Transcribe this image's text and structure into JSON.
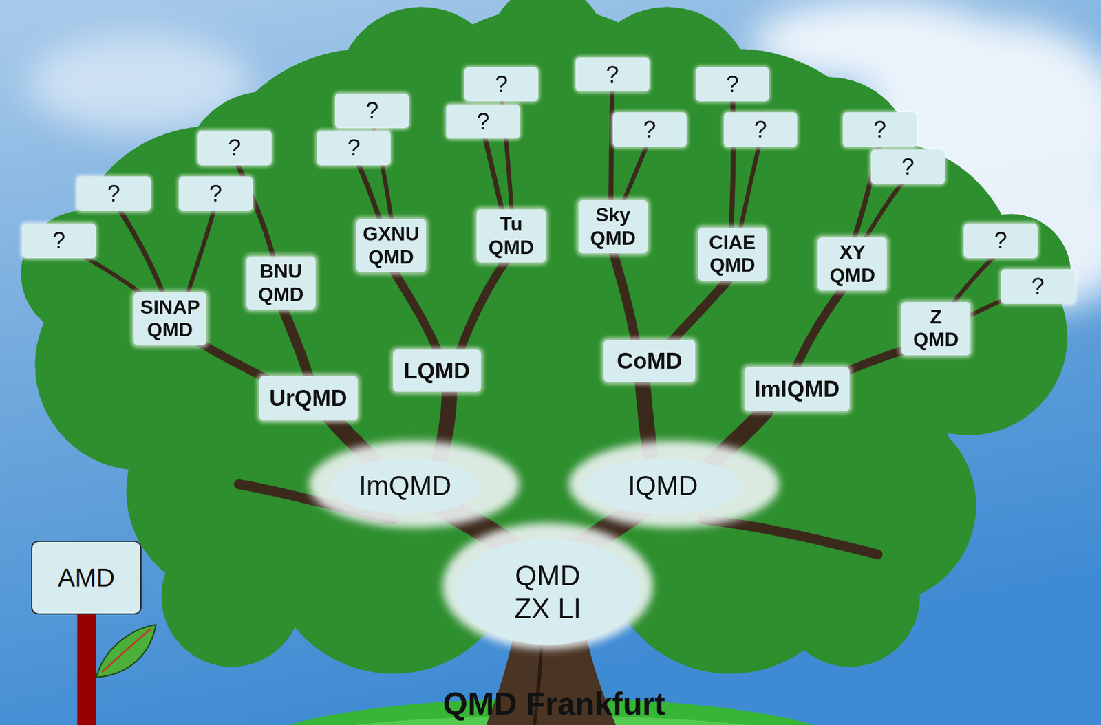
{
  "diagram": {
    "nodes": [
      {
        "text": [
          "?"
        ]
      },
      {
        "text": [
          "?"
        ]
      },
      {
        "text": [
          "?"
        ]
      },
      {
        "text": [
          "?"
        ]
      },
      {
        "text": [
          "?"
        ]
      },
      {
        "text": [
          "?"
        ]
      },
      {
        "text": [
          "?"
        ]
      },
      {
        "text": [
          "?"
        ]
      },
      {
        "text": [
          "?"
        ]
      },
      {
        "text": [
          "?"
        ]
      },
      {
        "text": [
          "?"
        ]
      },
      {
        "text": [
          "?"
        ]
      },
      {
        "text": [
          "?"
        ]
      },
      {
        "text": [
          "Sky QMD"
        ]
      },
      {
        "text": [
          "Tu QMD"
        ]
      },
      {
        "text": [
          "?"
        ]
      },
      {
        "text": [
          "?"
        ]
      },
      {
        "text": [
          "GXNU QMD"
        ]
      },
      {
        "text": [
          "CIAE QMD"
        ]
      },
      {
        "text": [
          "XY QMD"
        ]
      },
      {
        "text": [
          "BNU QMD"
        ]
      },
      {
        "text": [
          "?"
        ]
      },
      {
        "text": [
          "SINAP QMD"
        ]
      },
      {
        "text": [
          "Z QMD"
        ]
      },
      {
        "text": [
          "CoMD"
        ]
      },
      {
        "text": [
          "LQMD"
        ]
      },
      {
        "text": [
          "ImIQMD"
        ]
      },
      {
        "text": [
          "UrQMD"
        ]
      },
      {
        "text": [
          "ImQMD"
        ]
      },
      {
        "text": [
          "IQMD"
        ]
      },
      {
        "text": [
          "AMD"
        ]
      },
      {
        "text": [
          "QMD ZX LI"
        ]
      }
    ],
    "labels": [
      "QMD Frankfurt"
    ]
  }
}
